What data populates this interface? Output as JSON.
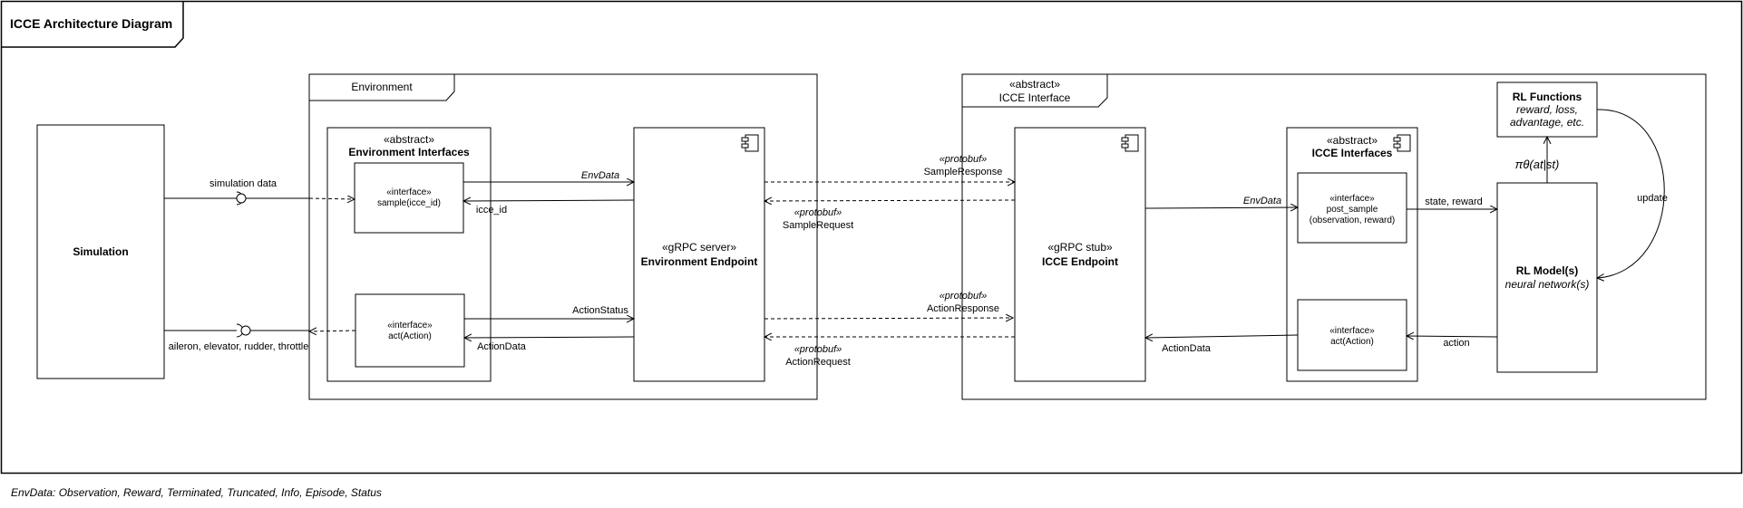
{
  "frame": {
    "title": "ICCE Architecture Diagram"
  },
  "simulation": {
    "label": "Simulation"
  },
  "environment": {
    "frame_label": "Environment",
    "interfaces": {
      "stereotype": "«abstract»",
      "title": "Environment Interfaces"
    },
    "sample_interface": {
      "stereotype": "«interface»",
      "signature": "sample(icce_id)"
    },
    "act_interface": {
      "stereotype": "«interface»",
      "signature": "act(Action)"
    },
    "endpoint": {
      "stereotype": "«gRPC server»",
      "title": "Environment Endpoint"
    }
  },
  "icce_interface": {
    "frame_stereotype": "«abstract»",
    "frame_label": "ICCE Interface",
    "endpoint": {
      "stereotype": "«gRPC stub»",
      "title": "ICCE Endpoint"
    },
    "interfaces": {
      "stereotype": "«abstract»",
      "title": "ICCE Interfaces"
    },
    "post_sample": {
      "stereotype": "«interface»",
      "signature": "post_sample",
      "args": "(observation, reward)"
    },
    "act_interface": {
      "stereotype": "«interface»",
      "signature": "act(Action)"
    }
  },
  "rl_functions": {
    "title": "RL Functions",
    "subtitle": "reward, loss,",
    "subtitle2": "advantage, etc."
  },
  "rl_model": {
    "title": "RL Model(s)",
    "subtitle": "neural network(s)"
  },
  "labels": {
    "simulation_data": "simulation data",
    "actuators": "aileron, elevator, rudder, throttle",
    "env_data": "EnvData",
    "icce_id": "icce_id",
    "action_status": "ActionStatus",
    "action_data_left": "ActionData",
    "action_data_right": "ActionData",
    "env_data_right": "EnvData",
    "protobuf": "«protobuf»",
    "sample_response": "SampleResponse",
    "sample_request": "SampleRequest",
    "action_response": "ActionResponse",
    "action_request": "ActionRequest",
    "state_reward": "state, reward",
    "action": "action",
    "update": "update",
    "policy": "πθ(at|st)"
  },
  "footer": "EnvData: Observation, Reward, Terminated, Truncated, Info, Episode, Status"
}
